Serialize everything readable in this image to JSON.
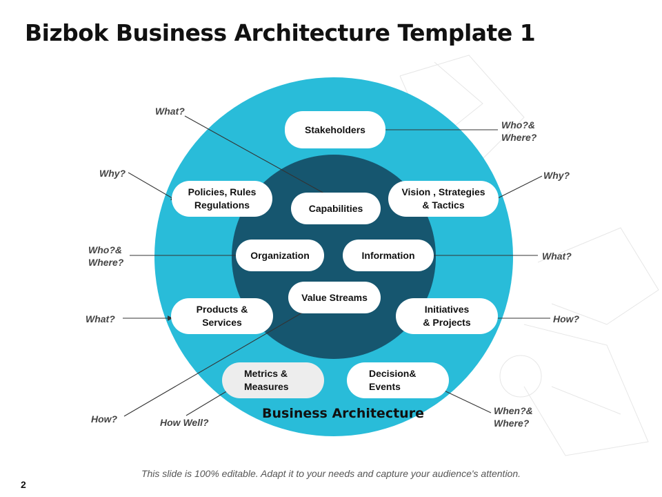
{
  "title": "Bizbok Business Architecture Template 1",
  "center_label": "Business Architecture",
  "outer_items": {
    "stakeholders": "Stakeholders",
    "policies": "Policies, Rules\nRegulations",
    "vision": "Vision , Strategies\n& Tactics",
    "products": "Products &\nServices",
    "initiatives": "Initiatives\n& Projects",
    "metrics": "Metrics &\nMeasures",
    "decision": "Decision&\nEvents"
  },
  "inner_items": {
    "capabilities": "Capabilities",
    "organization": "Organization",
    "information": "Information",
    "value_streams": "Value Streams"
  },
  "questions": {
    "what_top": "What?",
    "who_where_top": "Who?&\nWhere?",
    "why_left": "Why?",
    "why_right": "Why?",
    "who_where_left": "Who?&\nWhere?",
    "what_right": "What?",
    "what_left": "What?",
    "how_right": "How?",
    "how_bottom": "How?",
    "how_well": "How Well?",
    "when_where": "When?&\nWhere?"
  },
  "footer": "This slide is 100% editable. Adapt it to your needs and capture your audience's attention.",
  "page_number": "2",
  "colors": {
    "outer_ring": "#29bcd9",
    "inner_circle": "#16566f",
    "pill": "#ffffff",
    "pill_gray": "#ededed"
  }
}
